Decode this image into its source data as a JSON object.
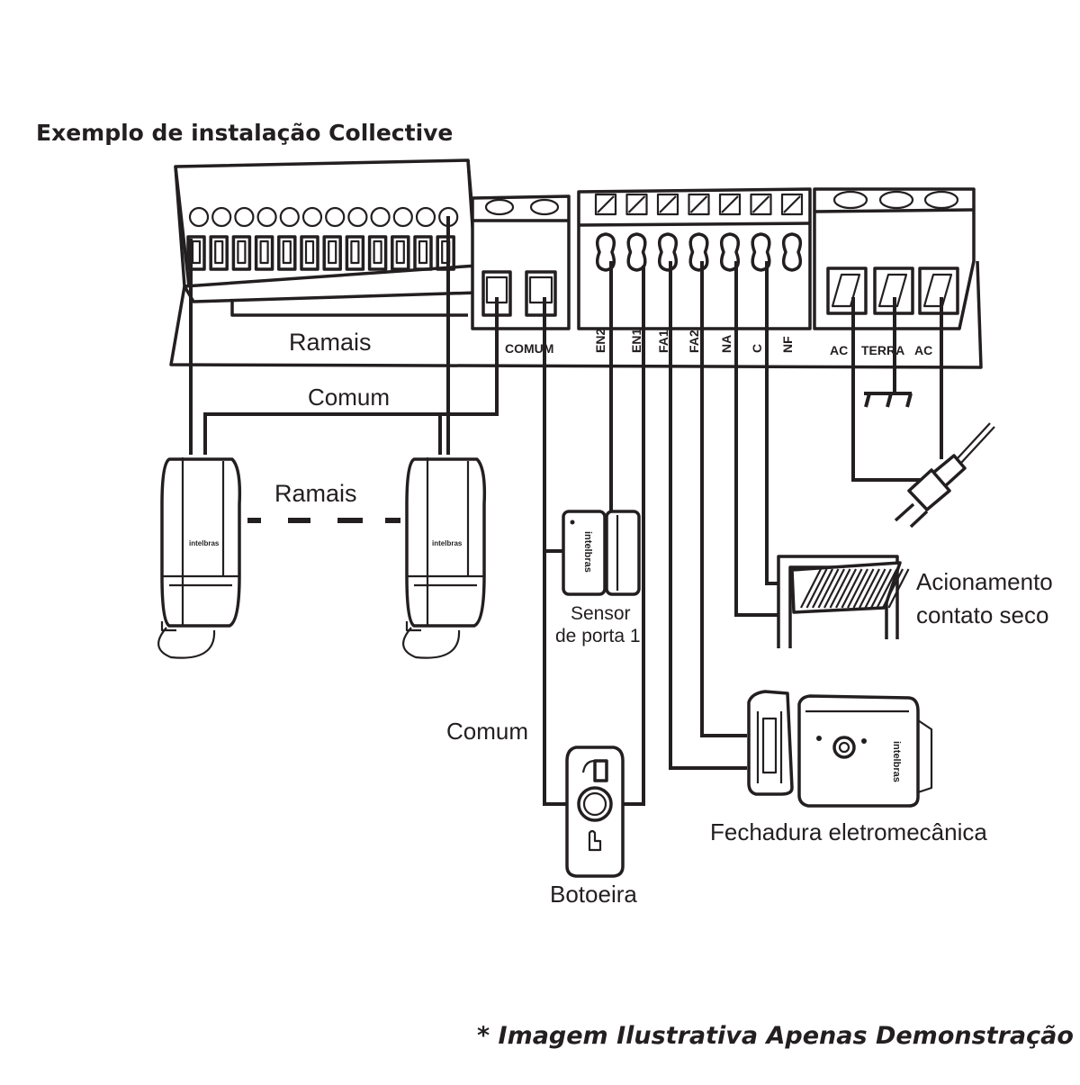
{
  "title": "Exemplo de instalação Collective",
  "board": {
    "ramais_label": "Ramais",
    "terminals": {
      "comum": "COMUM",
      "en2": "EN2",
      "en1": "EN1",
      "fa1": "FA1",
      "fa2": "FA2",
      "na": "NA",
      "c": "C",
      "nf": "NF",
      "ac_left": "AC",
      "terra": "TERRA",
      "ac_right": "AC"
    }
  },
  "labels": {
    "comum_top": "Comum",
    "ramais_handsets": "Ramais",
    "comum_button": "Comum",
    "sensor_line1": "Sensor",
    "sensor_line2": "de porta 1",
    "botoeira": "Botoeira",
    "acionamento_line1": "Acionamento",
    "acionamento_line2": "contato seco",
    "fechadura": "Fechadura eletromecânica"
  },
  "brand_marks": {
    "handset": "intelbras",
    "sensor": "intelbras",
    "lock": "intelbras"
  },
  "footnote": "* Imagem Ilustrativa Apenas Demonstração"
}
